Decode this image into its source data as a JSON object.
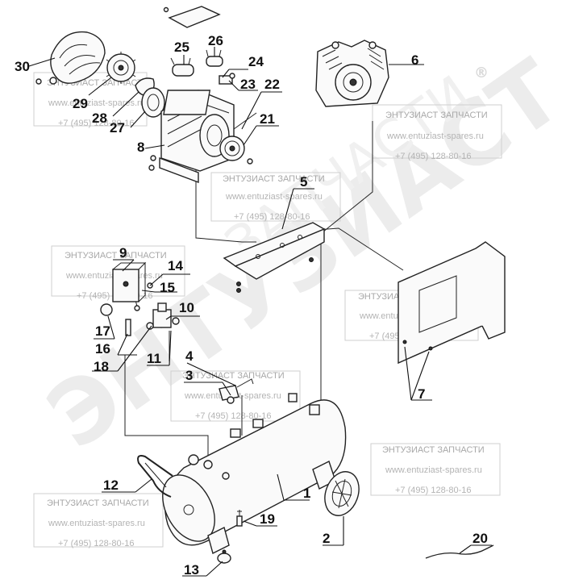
{
  "watermark": {
    "big_text": "ЭНТУЗИАСТ",
    "big_text_2": "ЗАПЧАСТИ",
    "registered_mark": "®",
    "stamp": {
      "title": "ЭНТУЗИАСТ ЗАПЧАСТИ",
      "site": "www.entuziast-spares.ru",
      "phone": "+7 (495) 128-80-16"
    }
  },
  "callouts": {
    "c1": "1",
    "c2": "2",
    "c3": "3",
    "c4": "4",
    "c5": "5",
    "c6": "6",
    "c7": "7",
    "c8": "8",
    "c9": "9",
    "c10": "10",
    "c11": "11",
    "c12": "12",
    "c13": "13",
    "c14": "14",
    "c15": "15",
    "c16": "16",
    "c17": "17",
    "c18": "18",
    "c19": "19",
    "c20": "20",
    "c21": "21",
    "c22": "22",
    "c23": "23",
    "c24": "24",
    "c25": "25",
    "c26": "26",
    "c27": "27",
    "c28": "28",
    "c29": "29",
    "c30": "30"
  }
}
